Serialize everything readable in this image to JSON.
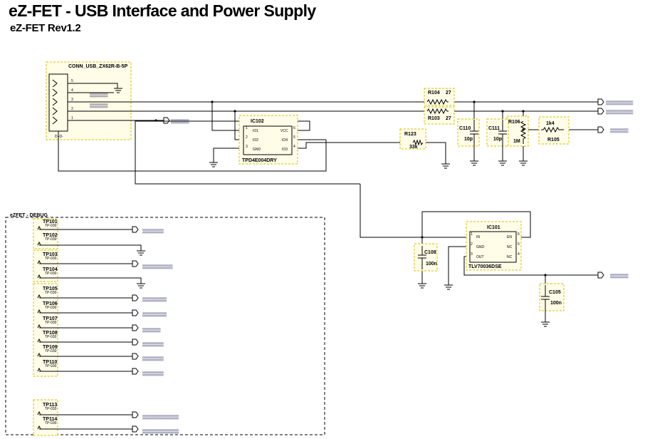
{
  "title": "eZ-FET - USB Interface and Power Supply",
  "subtitle": "eZ-FET Rev1.2",
  "connector": {
    "name": "CONN_USB_ZX62R-B-5P",
    "pins": [
      "5",
      "4",
      "3",
      "2",
      "1"
    ],
    "pad_label": "D+D-"
  },
  "ics": [
    {
      "ref": "IC102",
      "part": "TPD4E004DRY",
      "pins_left": [
        "IO1",
        "IO2",
        "GND"
      ],
      "pins_right": [
        "VCC",
        "IO4",
        "IO3"
      ],
      "pin_nums_left": [
        "1",
        "2",
        "3"
      ],
      "pin_nums_right": [
        "6",
        "5",
        "4"
      ]
    },
    {
      "ref": "IC101",
      "part": "TLV70036DSE",
      "pins_left": [
        "IN",
        "GND",
        "OUT"
      ],
      "pins_right": [
        "EN",
        "NC",
        "NC"
      ],
      "pin_nums_left": [
        "1",
        "2",
        "3"
      ],
      "pin_nums_right": [
        "6",
        "5",
        "4"
      ]
    }
  ],
  "resistors": [
    {
      "ref": "R104",
      "value": "27"
    },
    {
      "ref": "R103",
      "value": "27"
    },
    {
      "ref": "R123",
      "value": "33k"
    },
    {
      "ref": "R106",
      "value": "1M"
    },
    {
      "ref": "R105",
      "value": "1k4"
    }
  ],
  "capacitors": [
    {
      "ref": "C110",
      "value": "10p"
    },
    {
      "ref": "C111",
      "value": "10p"
    },
    {
      "ref": "C108",
      "value": "100n"
    },
    {
      "ref": "C105",
      "value": "100n"
    }
  ],
  "debug_section": {
    "title": "eZFET - DEBUG",
    "testpoints": [
      {
        "ref": "TP101",
        "type": "TP-030"
      },
      {
        "ref": "TP102",
        "type": "TP-030"
      },
      {
        "ref": "TP103",
        "type": "TP-030"
      },
      {
        "ref": "TP104",
        "type": "TP-030"
      },
      {
        "ref": "TP105",
        "type": "TP-030"
      },
      {
        "ref": "TP106",
        "type": "TP-030"
      },
      {
        "ref": "TP107",
        "type": "TP-030"
      },
      {
        "ref": "TP108",
        "type": "TP-030"
      },
      {
        "ref": "TP109",
        "type": "TP-030"
      },
      {
        "ref": "TP110",
        "type": "TP-030"
      },
      {
        "ref": "TP113",
        "type": "TP-030"
      },
      {
        "ref": "TP114",
        "type": "TP-030"
      }
    ]
  },
  "colors": {
    "component_box_fill": "#fffde8",
    "component_box_border": "#d8c000",
    "wire": "#000000",
    "net_label": "#000044"
  }
}
